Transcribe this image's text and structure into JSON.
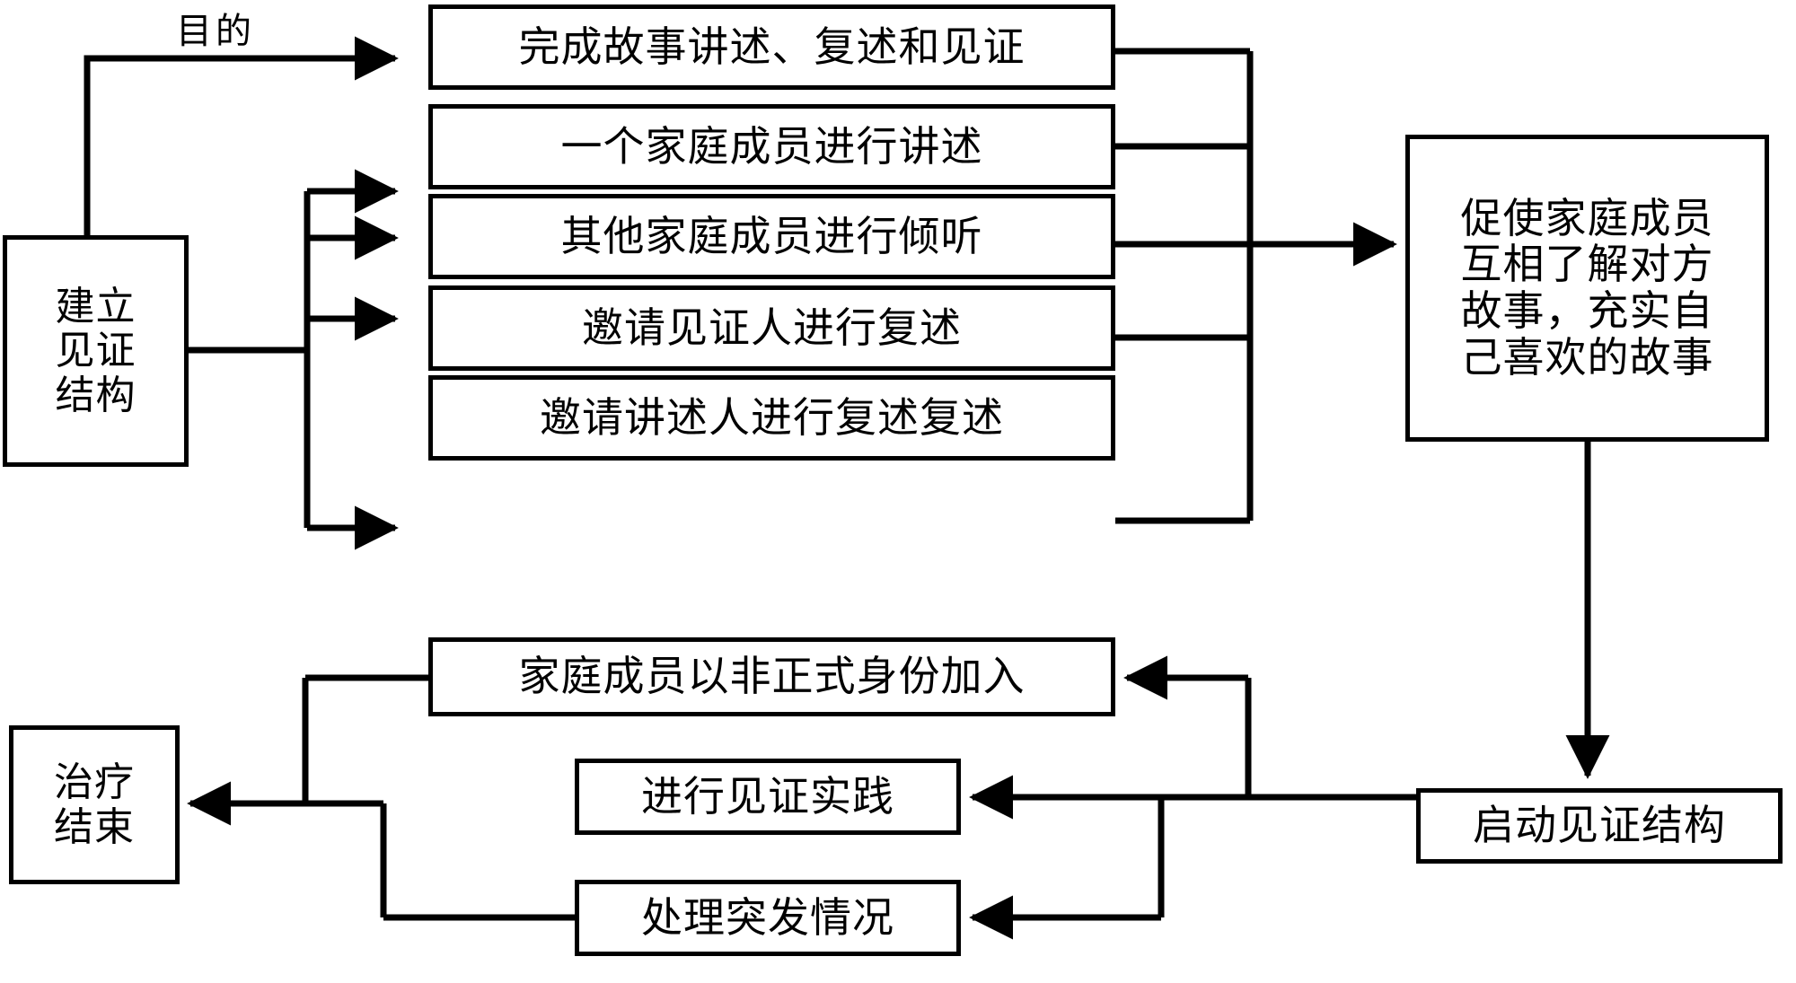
{
  "diagram": {
    "title": "witnessing-structure-family-therapy-flowchart",
    "line_color": "#000000",
    "box_fill": "#ffffff",
    "background": "#ffffff"
  },
  "nodes": {
    "build": {
      "label": "建立\n见证\n结构",
      "name": "node-build-witness-structure"
    },
    "complete": {
      "label": "完成故事讲述、复述和见证",
      "name": "node-complete-telling-retelling-witnessing"
    },
    "tell": {
      "label": "一个家庭成员进行讲述",
      "name": "node-one-family-member-tells"
    },
    "listen": {
      "label": "其他家庭成员进行倾听",
      "name": "node-other-family-members-listen"
    },
    "witness": {
      "label": "邀请见证人进行复述",
      "name": "node-invite-witness-to-retell"
    },
    "retell": {
      "label": "邀请讲述人进行复述复述",
      "name": "node-invite-teller-to-retell-retelling"
    },
    "promote": {
      "label": "促使家庭成员\n互相了解对方\n故事，充实自\n己喜欢的故事",
      "name": "node-promote-mutual-understanding"
    },
    "informal": {
      "label": "家庭成员以非正式身份加入",
      "name": "node-family-members-join-informally"
    },
    "practice": {
      "label": "进行见证实践",
      "name": "node-conduct-witnessing-practice"
    },
    "emergency": {
      "label": "处理突发情况",
      "name": "node-handle-emergencies"
    },
    "end": {
      "label": "治疗\n结束",
      "name": "node-therapy-end"
    },
    "start": {
      "label": "启动见证结构",
      "name": "node-start-witness-structure"
    }
  },
  "edge_labels": {
    "purpose": "目的"
  }
}
